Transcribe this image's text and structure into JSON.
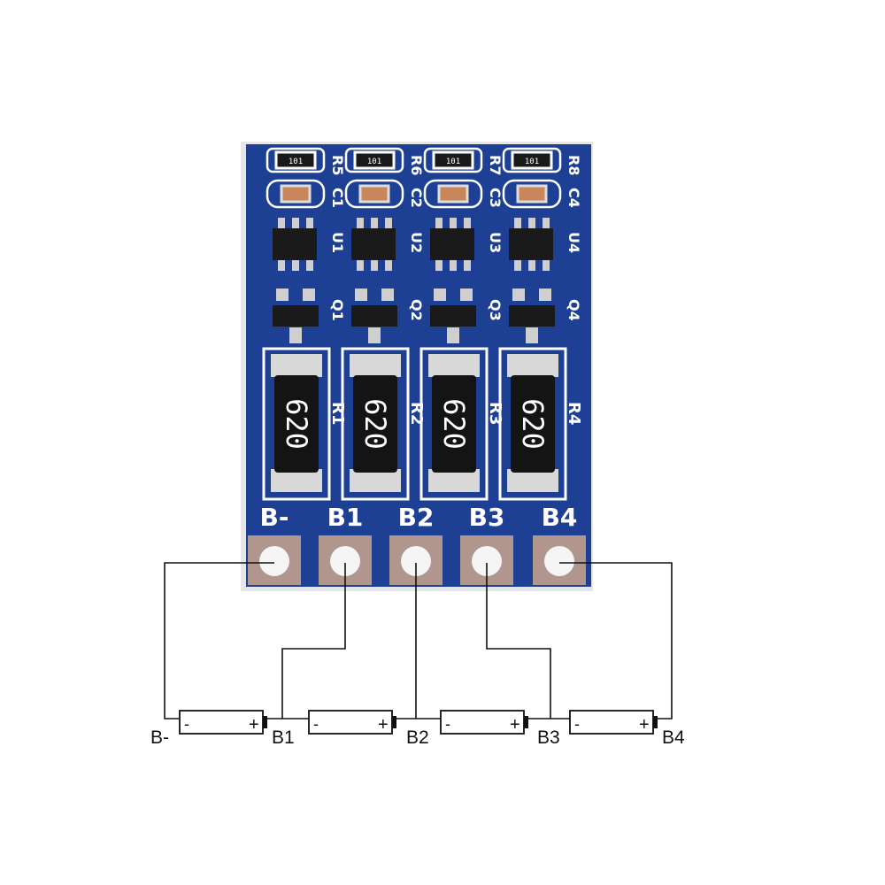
{
  "board": {
    "colors": {
      "pcb": "#1d3f94",
      "pcb_edge": "#e6e6e6",
      "pad": "#b0968d",
      "silkscreen": "#ffffff",
      "component": "#1a1a1a",
      "capacitor": "#c8875a"
    },
    "channels": [
      {
        "resistor_top": "R5",
        "resistor_top_code": "101",
        "capacitor": "C1",
        "ic": "U1",
        "transistor": "Q1",
        "shunt": "R1",
        "shunt_code": "620"
      },
      {
        "resistor_top": "R6",
        "resistor_top_code": "101",
        "capacitor": "C2",
        "ic": "U2",
        "transistor": "Q2",
        "shunt": "R2",
        "shunt_code": "620"
      },
      {
        "resistor_top": "R7",
        "resistor_top_code": "101",
        "capacitor": "C3",
        "ic": "U3",
        "transistor": "Q3",
        "shunt": "R3",
        "shunt_code": "620"
      },
      {
        "resistor_top": "R8",
        "resistor_top_code": "101",
        "capacitor": "C4",
        "ic": "U4",
        "transistor": "Q4",
        "shunt": "R4",
        "shunt_code": "620"
      }
    ],
    "pads": [
      "B-",
      "B1",
      "B2",
      "B3",
      "B4"
    ]
  },
  "wiring": {
    "batteries": [
      {
        "minus": "-",
        "plus": "+"
      },
      {
        "minus": "-",
        "plus": "+"
      },
      {
        "minus": "-",
        "plus": "+"
      },
      {
        "minus": "-",
        "plus": "+"
      }
    ],
    "node_labels": [
      "B-",
      "B1",
      "B2",
      "B3",
      "B4"
    ],
    "wire_color": "#111111"
  }
}
